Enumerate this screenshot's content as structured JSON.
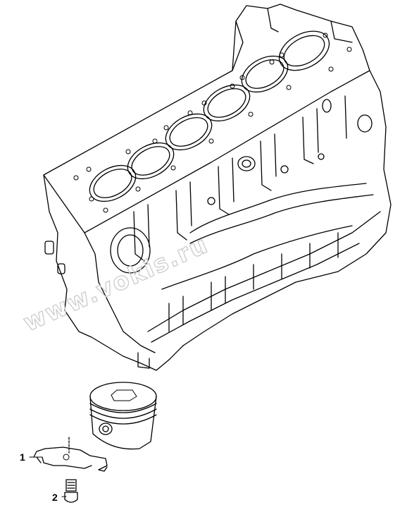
{
  "diagram": {
    "watermark_text": "www.vokis.ru",
    "callouts": [
      {
        "number": "1",
        "part": "piston cooling nozzle"
      },
      {
        "number": "2",
        "part": "banjo bolt"
      }
    ],
    "colors": {
      "line": "#000000",
      "background": "#ffffff",
      "watermark": "#cfcfcf"
    }
  }
}
